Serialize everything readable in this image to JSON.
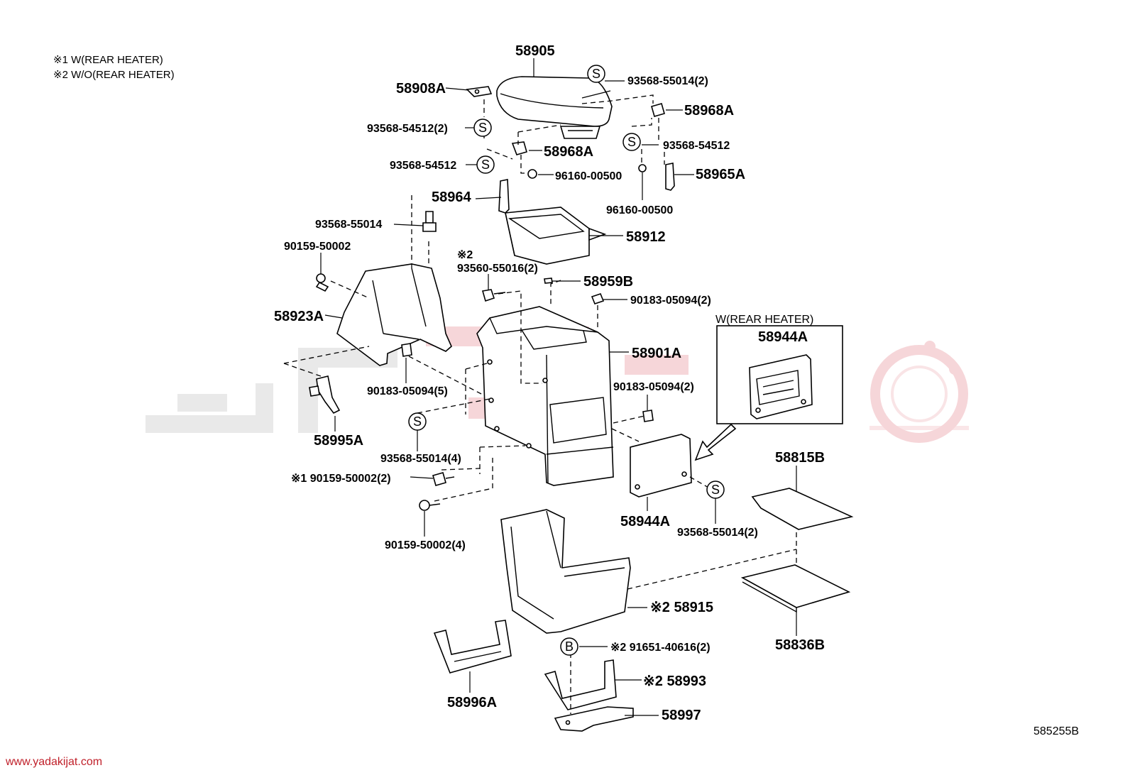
{
  "notes": [
    "※1 W(REAR HEATER)",
    "※2 W/O(REAR HEATER)"
  ],
  "callouts": {
    "p58905": "58905",
    "p58908A": "58908A",
    "p93568_55014_2_top": "93568-55014(2)",
    "p58968A_right": "58968A",
    "p93568_54512_2": "93568-54512(2)",
    "p58968A_mid": "58968A",
    "p93568_54512_right": "93568-54512",
    "p93568_54512_left": "93568-54512",
    "p96160_00500_mid": "96160-00500",
    "p58965A": "58965A",
    "p58964": "58964",
    "p96160_00500_bottom": "96160-00500",
    "p93568_55014": "93568-55014",
    "p58912": "58912",
    "p90159_50002": "90159-50002",
    "p93560_55016_2_note": "※2",
    "p93560_55016_2": "93560-55016(2)",
    "p58959B": "58959B",
    "p90183_05094_2_top": "90183-05094(2)",
    "p58923A": "58923A",
    "p58901A": "58901A",
    "p90183_05094_5": "90183-05094(5)",
    "p90183_05094_2_mid": "90183-05094(2)",
    "p58995A": "58995A",
    "p93568_55014_4": "93568-55014(4)",
    "p90159_50002_2": "※1 90159-50002(2)",
    "p90159_50002_4": "90159-50002(4)",
    "p58944A_bottom": "58944A",
    "p93568_55014_2_bottom": "93568-55014(2)",
    "p58815B": "58815B",
    "p58915": "※2 58915",
    "p58836B": "58836B",
    "p91651_40616_2": "※2 91651-40616(2)",
    "p58993": "※2 58993",
    "p58996A": "58996A",
    "p58997": "58997"
  },
  "inset": {
    "title": "W(REAR HEATER)",
    "part": "58944A"
  },
  "symbols": {
    "screw": "S",
    "bolt": "B"
  },
  "diagram_code": "585255B",
  "footer_url": "www.yadakijat.com",
  "colors": {
    "line": "#000000",
    "watermark_gray": "#e9e9e9",
    "watermark_red": "#f6d6d9",
    "footer_red": "#c0202a"
  }
}
